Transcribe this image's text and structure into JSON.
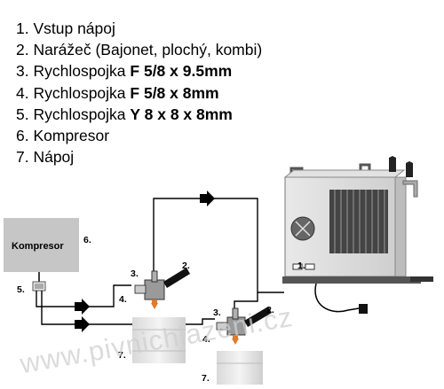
{
  "legend": [
    {
      "prefix": "1. Vstup nápoj",
      "bold": ""
    },
    {
      "prefix": "2. Narážeč (Bajonet, plochý, kombi)",
      "bold": ""
    },
    {
      "prefix": "3. Rychlospojka ",
      "bold": "F 5/8 x 9.5mm"
    },
    {
      "prefix": "4. Rychlospojka ",
      "bold": "F 5/8 x 8mm"
    },
    {
      "prefix": "5. Rychlospojka ",
      "bold": "Y 8 x 8 x 8mm"
    },
    {
      "prefix": "6. Kompresor",
      "bold": ""
    },
    {
      "prefix": "7. Nápoj",
      "bold": ""
    }
  ],
  "diagram": {
    "compressor_label": "Kompresor",
    "callouts": {
      "n6": "6.",
      "n5": "5.",
      "n1": "1.",
      "n2_left": "2.",
      "n3_left": "3.",
      "n4_left": "4.",
      "n7_left": "7.",
      "n2_right": "2.",
      "n3_right": "3.",
      "n4_right": "4.",
      "n7_right": "7."
    },
    "watermark": "www.pivnichlazeni.cz"
  }
}
